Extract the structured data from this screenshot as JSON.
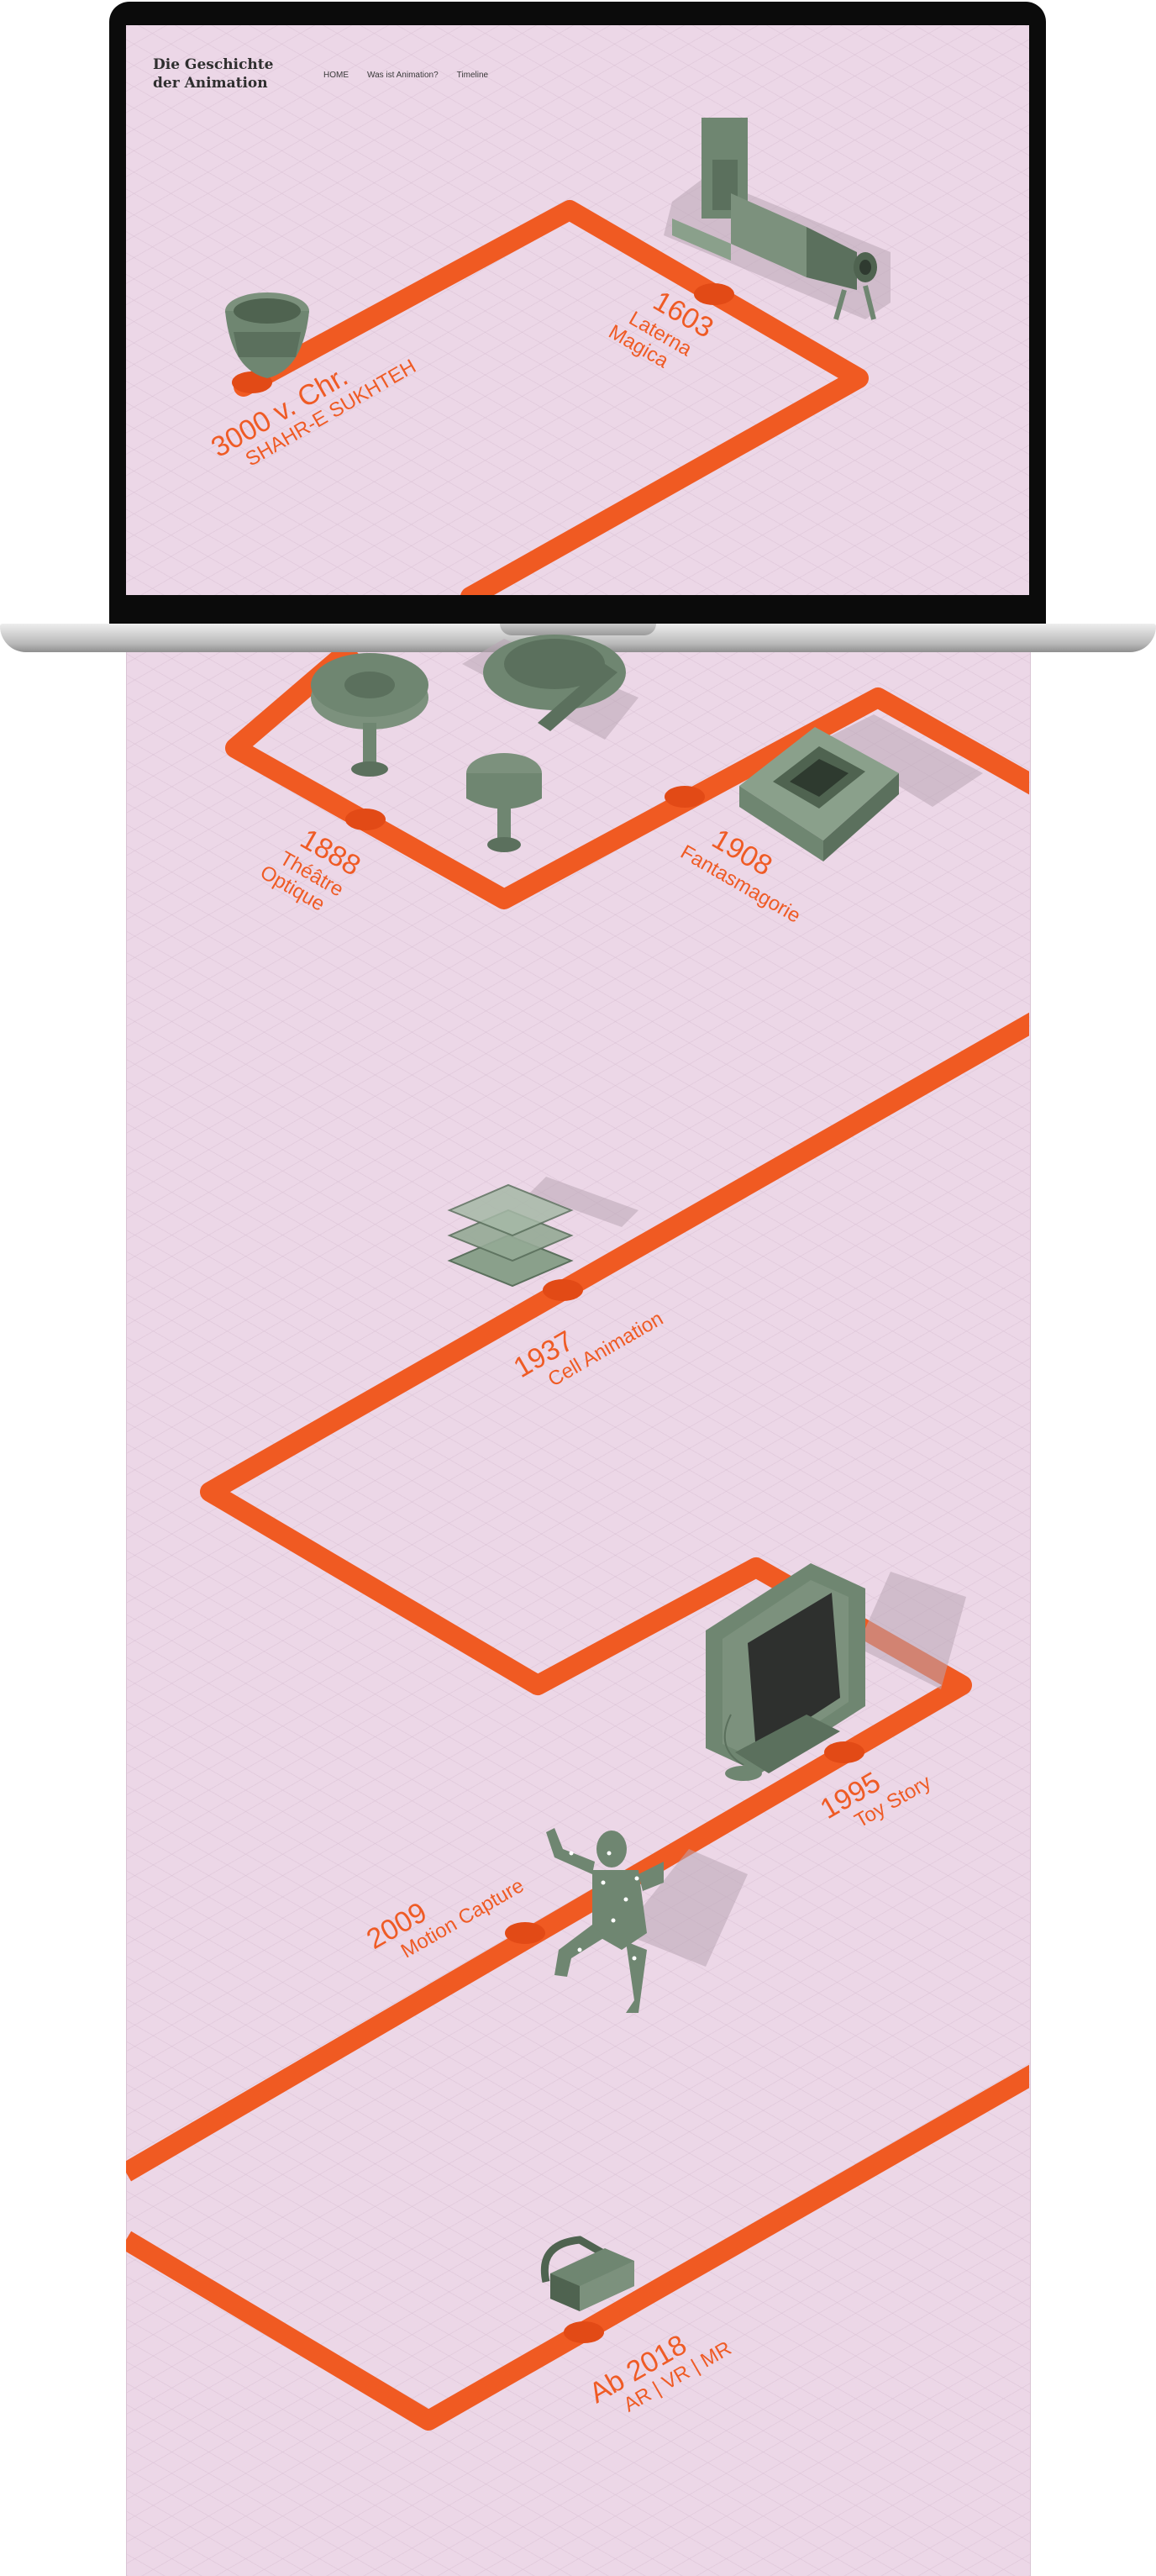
{
  "site": {
    "logo_line1": "Die Geschichte",
    "logo_line2": "der Animation"
  },
  "nav": {
    "items": [
      {
        "label": "HOME"
      },
      {
        "label": "Was ist Animation?"
      },
      {
        "label": "Timeline"
      }
    ]
  },
  "timeline": {
    "events": [
      {
        "year": "3000 v. Chr.",
        "caption": "SHAHR-E SUKHTEH"
      },
      {
        "year": "1603",
        "caption": "Laterna",
        "caption2": "Magica"
      },
      {
        "year": "1888",
        "caption": "Théâtre",
        "caption2": "Optique"
      },
      {
        "year": "1908",
        "caption": "Fantasmagorie"
      },
      {
        "year": "1937",
        "caption": "Cell Animation"
      },
      {
        "year": "1995",
        "caption": "Toy Story"
      },
      {
        "year": "2009",
        "caption": "Motion Capture"
      },
      {
        "year": "Ab 2018",
        "caption": "AR | VR | MR"
      }
    ]
  },
  "colors": {
    "track": "#f05a22",
    "background": "#ecd7e7",
    "objects": "#6f8671"
  },
  "icons": {
    "cup": "clay-bowl-icon",
    "projector": "laterna-magica-icon",
    "reels": "film-reel-icon",
    "screen": "fantasmagorie-screen-icon",
    "cels": "cell-layers-icon",
    "computer": "computer-monitor-icon",
    "mocap": "motion-capture-figure-icon",
    "headset": "vr-headset-icon"
  }
}
